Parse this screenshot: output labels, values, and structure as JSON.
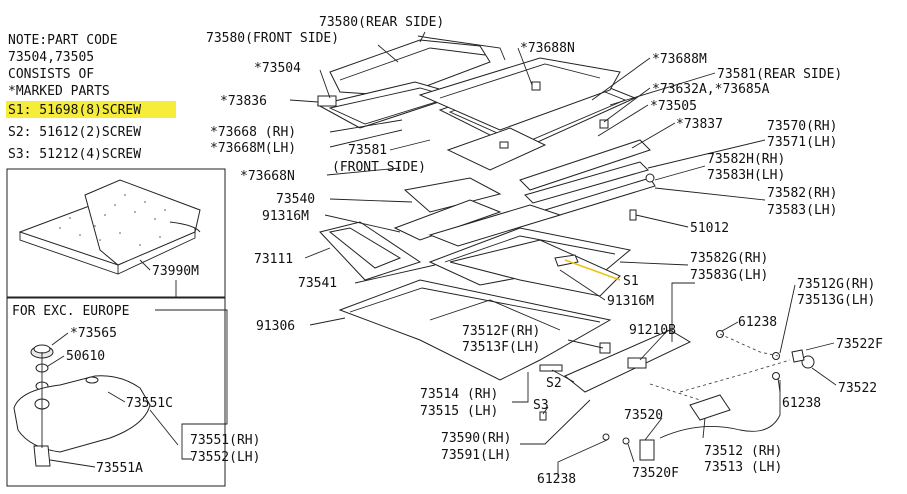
{
  "note": {
    "line1": "NOTE:PART CODE",
    "line2": "73504,73505",
    "line3": "CONSISTS OF",
    "line4": "*MARKED PARTS",
    "screws": [
      {
        "text": "S1: 51698(8)SCREW",
        "highlighted": true
      },
      {
        "text": "S2: 51612(2)SCREW",
        "highlighted": false
      },
      {
        "text": "S3: 51212(4)SCREW",
        "highlighted": false
      }
    ]
  },
  "inset_top": {
    "label": "73990M"
  },
  "inset_bottom": {
    "title": "FOR EXC. EUROPE",
    "labels": [
      "*73565",
      "50610",
      "73551C",
      "73551(RH)",
      "73552(LH)",
      "73551A"
    ]
  },
  "labels": {
    "l73580": "73580(REAR SIDE)",
    "l73580f": "73580(FRONT SIDE)",
    "l73504": "*73504",
    "l73836": "*73836",
    "l73668": "*73668 (RH)",
    "l73668m": "*73668M(LH)",
    "l73581f1": "73581",
    "l73581f2": "(FRONT SIDE)",
    "l73668n": "*73668N",
    "l73540": "73540",
    "l91316m": "91316M",
    "l73111": "73111",
    "l73541": "73541",
    "l91306": "91306",
    "l73688n": "*73688N",
    "l73688m": "*73688M",
    "l73581r": "73581(REAR SIDE)",
    "l73632": "*73632A,*73685A",
    "l73505": "*73505",
    "l73837": "*73837",
    "l73570": "73570(RH)",
    "l73571": "73571(LH)",
    "l73582h": "73582H(RH)",
    "l73583h": "73583H(LH)",
    "l73582": "73582(RH)",
    "l73583": "73583(LH)",
    "l51012": "51012",
    "l73582g": "73582G(RH)",
    "l73583g": "73583G(LH)",
    "ls1": "S1",
    "l91316m2": "91316M",
    "l73512g": "73512G(RH)",
    "l73513g": "73513G(LH)",
    "l61238a": "61238",
    "l91210b": "91210B",
    "l73522f": "73522F",
    "l73512f": "73512F(RH)",
    "l73513f": "73513F(LH)",
    "l73522": "73522",
    "l61238b": "61238",
    "ls2": "S2",
    "l73514": "73514 (RH)",
    "l73515": "73515 (LH)",
    "ls3": "S3",
    "l73520": "73520",
    "l73590": "73590(RH)",
    "l73591": "73591(LH)",
    "l73512": "73512 (RH)",
    "l73513": "73513 (LH)",
    "l61238c": "61238",
    "l73520f": "73520F"
  },
  "colors": {
    "highlight": "#f6ec3a",
    "highlight_line": "#e8c41a",
    "line": "#222222"
  }
}
